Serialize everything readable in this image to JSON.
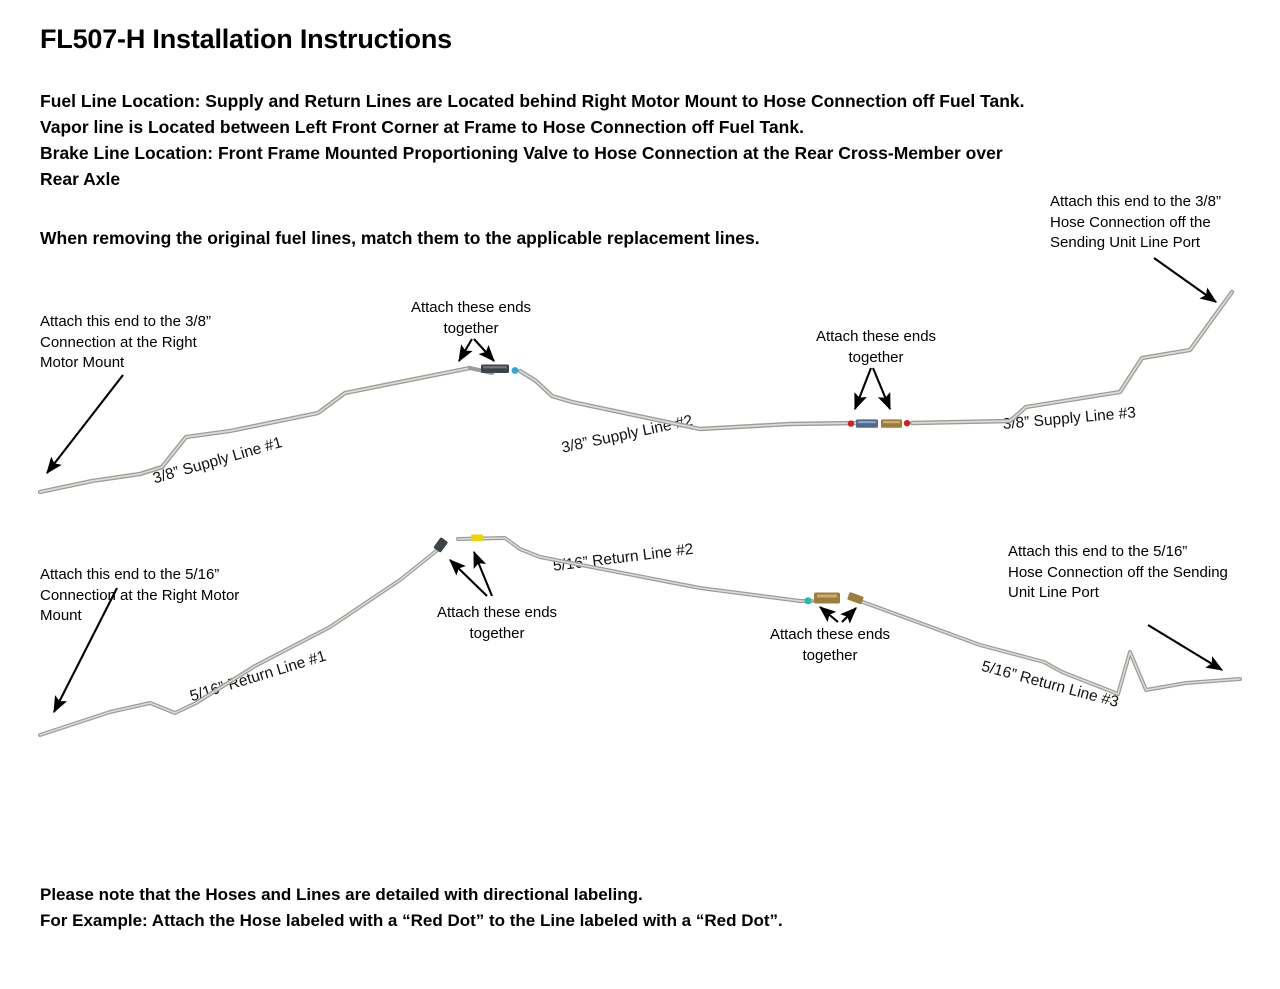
{
  "document": {
    "title": "FL507-H Installation Instructions",
    "intro_lines": [
      "Fuel Line Location:  Supply and Return Lines are Located behind Right Motor Mount to Hose Connection off Fuel Tank.",
      "Vapor line is Located between Left Front Corner at Frame to Hose Connection off Fuel Tank.",
      "Brake Line Location: Front Frame Mounted Proportioning Valve to Hose Connection at the Rear Cross-Member over",
      "Rear Axle"
    ],
    "match_note": "When removing the original fuel lines, match them to the applicable replacement lines.",
    "footer_lines": [
      "Please note that the Hoses and Lines are detailed with directional labeling.",
      "For Example: Attach the Hose labeled with a “Red Dot” to the Line labeled with a “Red Dot”."
    ]
  },
  "supply_row": {
    "left_annotation": {
      "line1": "Attach this end to the 3/8”",
      "line2": "Connection at the Right",
      "line3": "Motor Mount"
    },
    "mid_annotation": {
      "line1": "Attach these ends",
      "line2": "together"
    },
    "right_mid_annotation": {
      "line1": "Attach these ends",
      "line2": "together"
    },
    "right_annotation": {
      "line1": "Attach this end to the 3/8”",
      "line2": "Hose Connection off the",
      "line3": "Sending Unit Line Port"
    },
    "line_labels": [
      "3/8” Supply Line #1",
      "3/8” Supply Line #2",
      "3/8” Supply Line #3"
    ],
    "markers": [
      {
        "name": "blue-dot",
        "color": "#2aa7e0"
      },
      {
        "name": "red-dot-left",
        "color": "#d91f1f"
      },
      {
        "name": "red-dot-right",
        "color": "#d91f1f"
      }
    ]
  },
  "return_row": {
    "left_annotation": {
      "line1": "Attach this end to the 5/16”",
      "line2": "Connection at the Right Motor",
      "line3": "Mount"
    },
    "mid_annotation": {
      "line1": "Attach these ends",
      "line2": "together"
    },
    "right_mid_annotation": {
      "line1": "Attach these ends",
      "line2": "together"
    },
    "right_annotation": {
      "line1": "Attach this end to the 5/16”",
      "line2": "Hose Connection off the Sending",
      "line3": "Unit Line Port"
    },
    "line_labels": [
      "5/16” Return Line #1",
      "5/16” Return Line #2",
      "5/16” Return Line #3"
    ],
    "markers": [
      {
        "name": "yellow-dot",
        "color": "#f2d100"
      },
      {
        "name": "teal-dot",
        "color": "#1fbfae"
      }
    ]
  },
  "colors": {
    "tube": "#b7b7b2",
    "tube_highlight": "#e8e8e6",
    "fitting_dark": "#3d4247",
    "fitting_steel": "#4f6a8f",
    "fitting_brass": "#9c7d3c",
    "arrow": "#000000",
    "text": "#000000"
  }
}
